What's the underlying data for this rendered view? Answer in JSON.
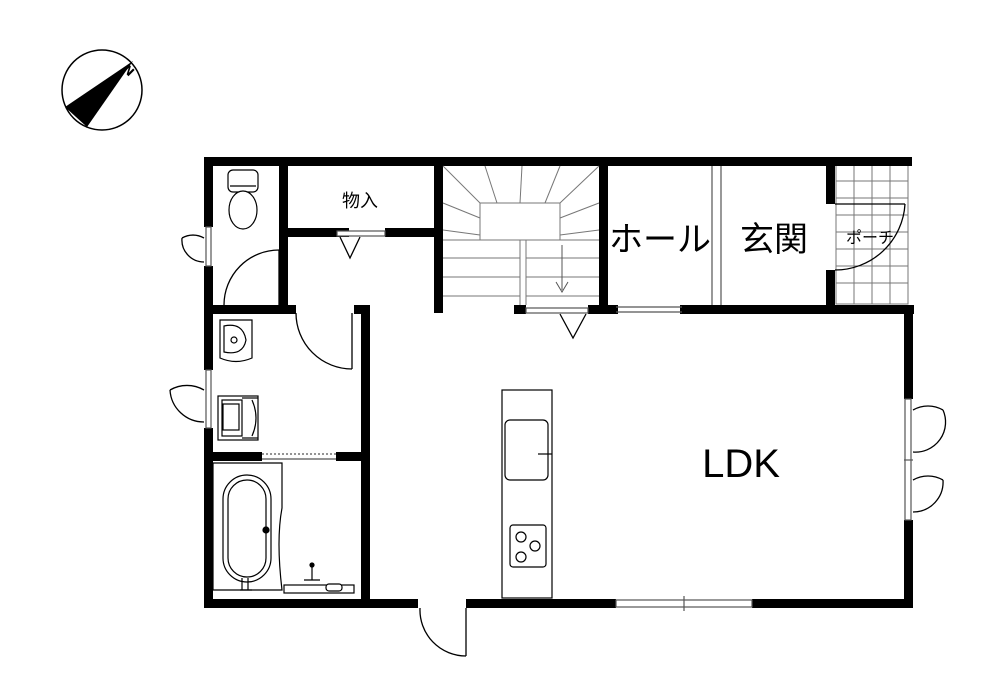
{
  "compass": {
    "north_label": "N"
  },
  "rooms": {
    "storage": "物入",
    "hall": "ホール",
    "entrance": "玄関",
    "porch": "ポーチ",
    "ldk": "LDK"
  },
  "colors": {
    "wall": "#000000",
    "line": "#555555",
    "background": "#ffffff"
  }
}
